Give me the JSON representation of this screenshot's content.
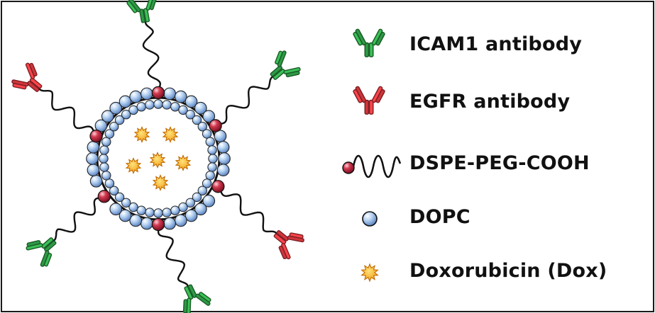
{
  "legend": {
    "items": [
      {
        "key": "icam1",
        "label": "ICAM1 antibody",
        "icon": "green-y-antibody-icon"
      },
      {
        "key": "egfr",
        "label": "EGFR antibody",
        "icon": "red-y-antibody-icon"
      },
      {
        "key": "peg",
        "label": "DSPE-PEG-COOH",
        "icon": "red-bead-with-wavy-chain-icon"
      },
      {
        "key": "dopc",
        "label": "DOPC",
        "icon": "blue-sphere-icon"
      },
      {
        "key": "dox",
        "label": "Doxorubicin (Dox)",
        "icon": "orange-star-icon"
      }
    ]
  },
  "colors": {
    "icam1_green": "#2e9a45",
    "egfr_red": "#d0363c",
    "peg_red": "#c62f45",
    "dopc_blue": "#9fc2e8",
    "dox_orange": "#f7a91c",
    "outline": "#111111"
  }
}
